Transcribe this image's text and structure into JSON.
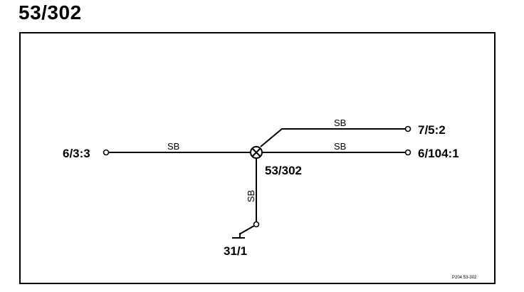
{
  "title": "53/302",
  "splice": {
    "label": "53/302"
  },
  "terminals": {
    "left": "6/3:3",
    "right_top": "7/5:2",
    "right_mid": "6/104:1",
    "ground": "31/1"
  },
  "wire_colors": {
    "left": "SB",
    "right_top": "SB",
    "right_mid": "SB",
    "down": "SB"
  },
  "reference": "P204 53-302",
  "colors": {
    "line": "#000000",
    "background": "#ffffff"
  }
}
